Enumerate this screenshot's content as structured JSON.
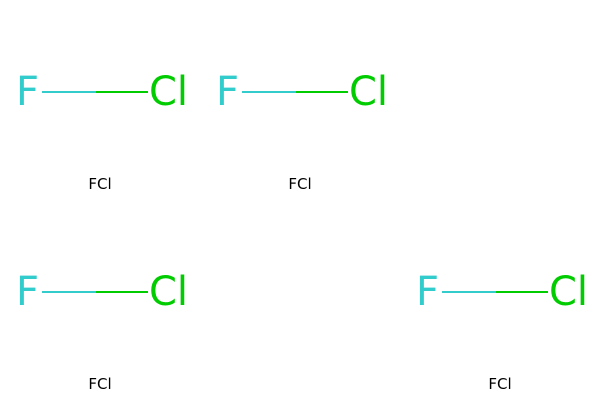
{
  "molecules": [
    {
      "atoms": [
        {
          "symbol": "F",
          "color": "#33CCCC"
        },
        {
          "symbol": "Cl",
          "color": "#00CC00"
        }
      ],
      "bond_colors": [
        "#33CCCC",
        "#00CC00"
      ],
      "formula": "FCl"
    },
    {
      "atoms": [
        {
          "symbol": "F",
          "color": "#33CCCC"
        },
        {
          "symbol": "Cl",
          "color": "#00CC00"
        }
      ],
      "bond_colors": [
        "#33CCCC",
        "#00CC00"
      ],
      "formula": "FCl"
    },
    {
      "atoms": [
        {
          "symbol": "F",
          "color": "#33CCCC"
        },
        {
          "symbol": "Cl",
          "color": "#00CC00"
        }
      ],
      "bond_colors": [
        "#33CCCC",
        "#00CC00"
      ],
      "formula": "FCl"
    },
    {
      "atoms": [
        {
          "symbol": "F",
          "color": "#33CCCC"
        },
        {
          "symbol": "Cl",
          "color": "#00CC00"
        }
      ],
      "bond_colors": [
        "#33CCCC",
        "#00CC00"
      ],
      "formula": "FCl"
    }
  ]
}
